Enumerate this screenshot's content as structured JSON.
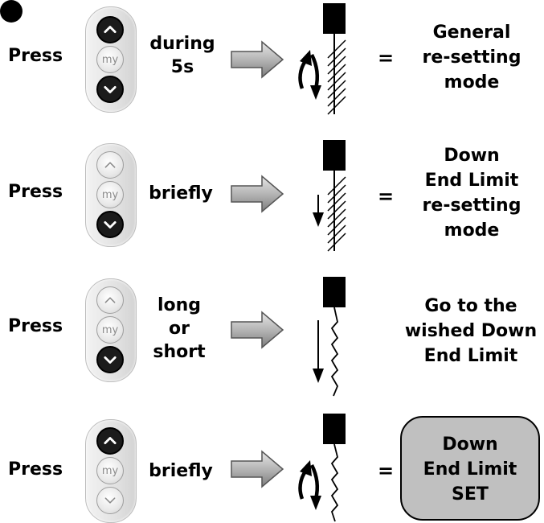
{
  "steps": [
    {
      "action": "Press",
      "duration_lines": [
        "during",
        "5s"
      ],
      "active_buttons": [
        "up",
        "down"
      ],
      "motion": "up-and-down",
      "blade": "hatched",
      "equals": "=",
      "result_lines": [
        "General",
        "re-setting",
        "mode"
      ]
    },
    {
      "action": "Press",
      "duration_lines": [
        "briefly"
      ],
      "active_buttons": [
        "down"
      ],
      "motion": "down-short",
      "blade": "hatched",
      "equals": "=",
      "result_lines": [
        "Down",
        "End Limit",
        "re-setting",
        "mode"
      ]
    },
    {
      "action": "Press",
      "duration_lines": [
        "long",
        "or",
        "short"
      ],
      "active_buttons": [
        "down"
      ],
      "motion": "down-long",
      "blade": "zigzag",
      "equals": "",
      "result_lines": [
        "Go to the",
        "wished Down",
        "End Limit"
      ]
    },
    {
      "action": "Press",
      "duration_lines": [
        "briefly"
      ],
      "active_buttons": [
        "up"
      ],
      "motion": "up-and-down",
      "blade": "zigzag",
      "equals": "=",
      "result_lines": [
        "Down",
        "End Limit",
        "SET"
      ],
      "result_boxed": true
    }
  ],
  "remote": {
    "my_label": "my"
  },
  "colors": {
    "active_button": "#1b1b1b",
    "arrow": "#a9a9a9",
    "result_box": "#c0c0c0"
  },
  "icons": [
    "chevron-up-icon",
    "chevron-down-icon",
    "right-arrow-icon",
    "motor-icon"
  ]
}
